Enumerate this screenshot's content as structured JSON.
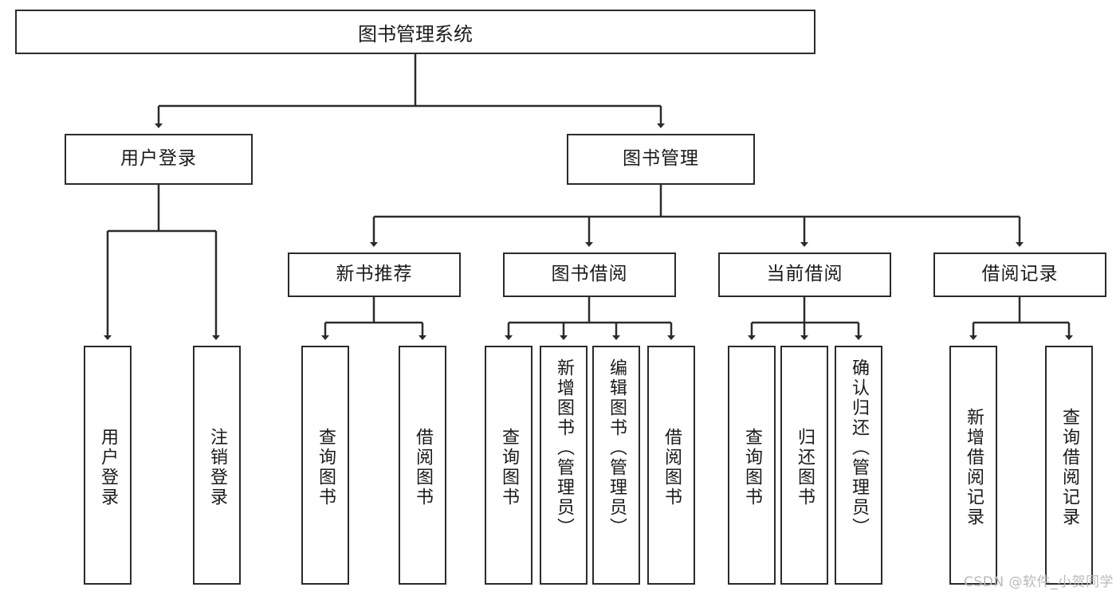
{
  "diagram": {
    "type": "tree-hierarchy",
    "title": "图书管理系统",
    "root": {
      "id": "root",
      "label": "图书管理系统"
    },
    "level2": [
      {
        "id": "user-login",
        "label": "用户登录"
      },
      {
        "id": "book-manage",
        "label": "图书管理"
      }
    ],
    "level3": [
      {
        "id": "new-book-rec",
        "label": "新书推荐"
      },
      {
        "id": "book-borrow",
        "label": "图书借阅"
      },
      {
        "id": "current-borrow",
        "label": "当前借阅"
      },
      {
        "id": "borrow-record",
        "label": "借阅记录"
      }
    ],
    "leaves": {
      "user_login": [
        {
          "id": "leaf-user-login",
          "label": "用户登录"
        },
        {
          "id": "leaf-logout",
          "label": "注销登录"
        }
      ],
      "new_book_rec": [
        {
          "id": "leaf-query-book-1",
          "label": "查询图书"
        },
        {
          "id": "leaf-borrow-book-1",
          "label": "借阅图书"
        }
      ],
      "book_borrow": [
        {
          "id": "leaf-query-book-2",
          "label": "查询图书"
        },
        {
          "id": "leaf-add-book",
          "label": "新增图书（管理员）"
        },
        {
          "id": "leaf-edit-book",
          "label": "编辑图书（管理员）"
        },
        {
          "id": "leaf-borrow-book-2",
          "label": "借阅图书"
        }
      ],
      "current_borrow": [
        {
          "id": "leaf-query-book-3",
          "label": "查询图书"
        },
        {
          "id": "leaf-return-book",
          "label": "归还图书"
        },
        {
          "id": "leaf-confirm-return",
          "label": "确认归还（管理员）"
        }
      ],
      "borrow_record": [
        {
          "id": "leaf-add-record",
          "label": "新增借阅记录"
        },
        {
          "id": "leaf-query-record",
          "label": "查询借阅记录"
        }
      ]
    },
    "watermark": "CSDN @软件_小贺同学",
    "colors": {
      "stroke": "#2b2b2b",
      "box_fill": "#ffffff",
      "text": "#1a1a1a",
      "watermark": "#b9b9b9",
      "background": "#ffffff"
    }
  }
}
